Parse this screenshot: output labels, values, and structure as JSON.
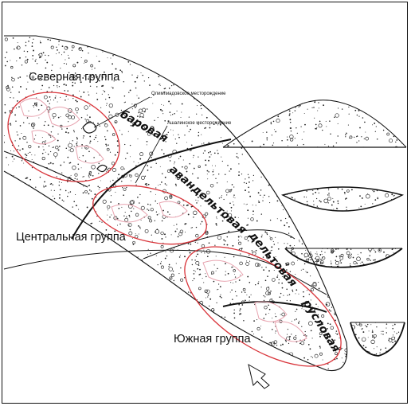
{
  "groups": {
    "north": "Северная группа",
    "central": "Центральная группа",
    "south": "Южная группа"
  },
  "deposits": {
    "olimpiada": "Олимпиадовское месторождение",
    "ashalinka": "Ашалинское месторождение"
  },
  "zones": {
    "bar": "баровая",
    "avandelta": "авандельтовая",
    "delta": "дельтовая",
    "channel": "русловая"
  },
  "colors": {
    "outline": "#111111",
    "group_ellipse": "#d9343a",
    "ore_pink": "#e8a4b0"
  },
  "icons": [
    "arrow-icon"
  ]
}
